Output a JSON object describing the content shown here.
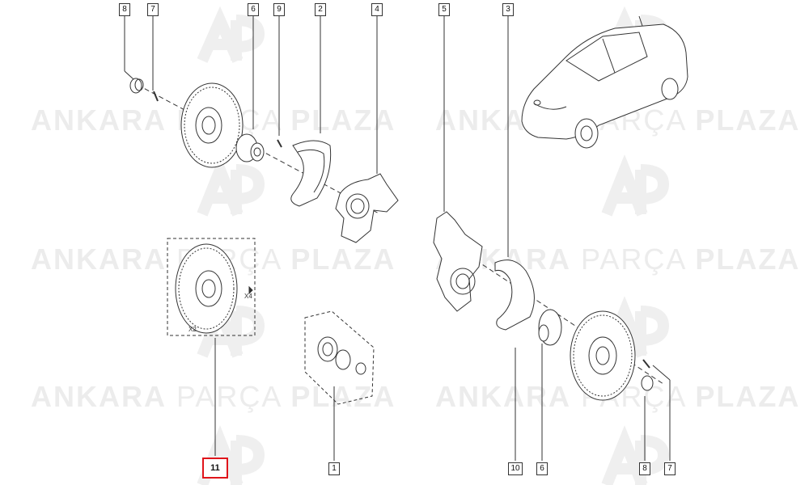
{
  "watermark": {
    "brand_left": "ANKARA",
    "brand_mid": "PARÇA",
    "brand_right": "PLAZA",
    "logo_letters": "AP"
  },
  "callouts": {
    "c8_top": "8",
    "c7_top": "7",
    "c6_top": "6",
    "c9_top": "9",
    "c2_top": "2",
    "c4_top": "4",
    "c5_top": "5",
    "c3_top": "3",
    "c11_bottom": "11",
    "c1_bottom": "1",
    "c10_bottom": "10",
    "c6_bottom": "6",
    "c8_bottom": "8",
    "c7_bottom": "7"
  },
  "quantities": {
    "disc_qty": "X2",
    "bolt_qty": "X4"
  },
  "colors": {
    "line": "#333333",
    "highlight": "#e0151b",
    "watermark": "#ececec"
  }
}
